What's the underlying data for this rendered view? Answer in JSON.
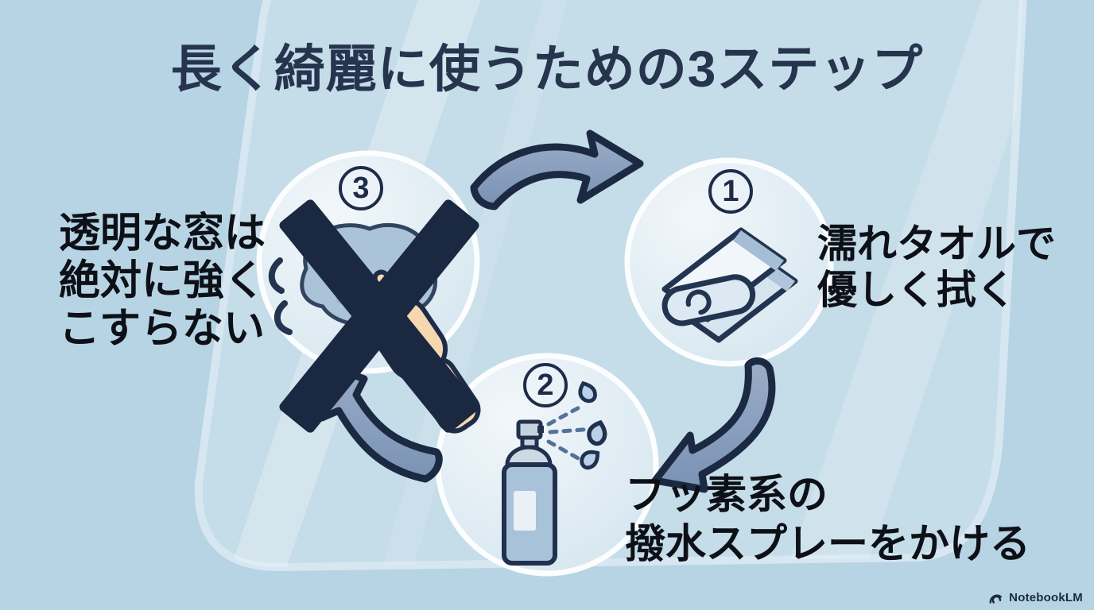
{
  "title": "長く綺麗に使うための3ステップ",
  "steps": [
    {
      "number": "1",
      "circled": "①",
      "icon": "folded-towel-icon",
      "lines": [
        "濡れタオルで",
        "優しく拭く"
      ]
    },
    {
      "number": "2",
      "circled": "②",
      "icon": "spray-can-icon",
      "lines": [
        "フッ素系の",
        "撥水スプレーをかける"
      ]
    },
    {
      "number": "3",
      "circled": "③",
      "icon": "no-rubbing-hand-crossed-icon",
      "lines": [
        "透明な窓は",
        "絶対に強く",
        "こすらない"
      ]
    }
  ],
  "cycle": {
    "arrows": [
      "step3-to-step1",
      "step1-to-step2",
      "step2-to-step3"
    ]
  },
  "footer": {
    "brand": "NotebookLM",
    "icon": "notebooklm-logo-icon"
  },
  "colors": {
    "background": "#b7d4e4",
    "window_panel": "#c6ddea",
    "window_border": "#d8e9f2",
    "circle_fill": "#e9f2f7",
    "circle_ring": "#fbfdfe",
    "navy_outline": "#1d2a47",
    "arrow_fill": "#8298ba",
    "title_text": "#26344e",
    "body_text": "#0d1117",
    "hand_skin": "#f6d8b0",
    "cloth_blue": "#abc3d9",
    "can_body": "#a8c2da",
    "droplet": "#b8d1e7"
  }
}
